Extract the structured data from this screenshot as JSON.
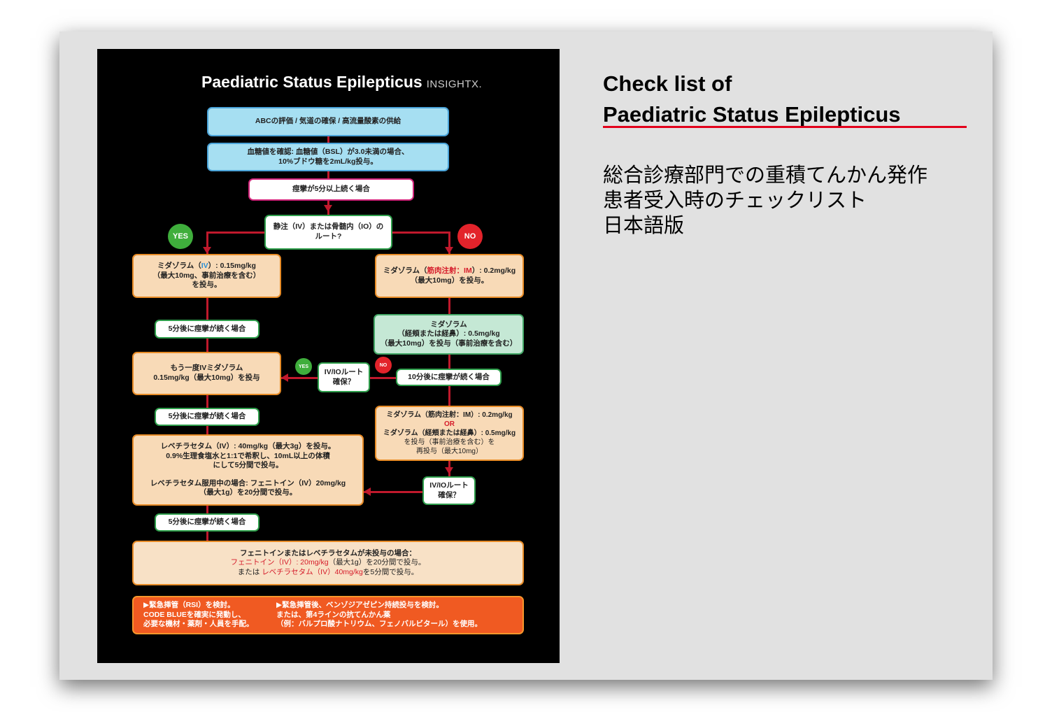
{
  "slide": {
    "title_line1": "Check list of",
    "title_line2": "Paediatric Status Epilepticus",
    "subtitle_lines": [
      "総合診療部門での重積てんかん発作",
      "患者受入時のチェックリスト",
      "日本語版"
    ],
    "accent_color": "#e3001b"
  },
  "flowchart": {
    "title": "Paediatric Status Epilepticus",
    "brand": "INSIGHTX.",
    "abc": "ABCの評価 / 気道の確保 / 高流量酸素の供給",
    "bsl_line1": "血糖値を確認: 血糖値（BSL）が3.0未満の場合、",
    "bsl_line2": "10%ブドウ糖を2mL/kg投与。",
    "seizure5": "痙攣が5分以上続く場合",
    "route_q_line1": "静注（IV）または骨髄内（IO）の",
    "route_q_line2": "ルート?",
    "yes": "YES",
    "no": "NO",
    "mid_iv": {
      "a": "ミダゾラム（",
      "b": "IV",
      "c": "）: 0.15mg/kg",
      "line2": "（最大10mg、事前治療を含む）",
      "line3": "を投与。"
    },
    "mid_im": {
      "a": "ミダゾラム（",
      "b": "筋肉注射：IM",
      "c": "）: 0.2mg/kg",
      "line2": "（最大10mg）を投与。"
    },
    "after5": "5分後に痙攣が続く場合",
    "mid_buccal": {
      "line1": "ミダゾラム",
      "line2": "（経頬または経鼻）: 0.5mg/kg",
      "line3": "（最大10mg）を投与（事前治療を含む）"
    },
    "mid_iv_again": {
      "line1": "もう一度IVミダゾラム",
      "line2": "0.15mg/kg（最大10mg）を投与"
    },
    "ivio_q": {
      "line1": "IV/IOルート",
      "line2": "確保？"
    },
    "after10": "10分後に痙攣が続く場合",
    "repeat": {
      "line1": "ミダゾラム（筋肉注射：IM）: 0.2mg/kg",
      "or": "OR",
      "line2": "ミダゾラム（経頬または経鼻）: 0.5mg/kg",
      "line3": "を投与（事前治療を含む）を",
      "line4": "再投与（最大10mg）"
    },
    "levetiracetam": {
      "line1": "レベチラセタム（IV）: 40mg/kg（最大3g）を投与。",
      "line2": "0.9%生理食塩水と1:1で希釈し、10mL以上の体積",
      "line3": "にして5分間で投与。",
      "line4": "レベチラセタム服用中の場合: フェニトイン（IV）20mg/kg",
      "line5": "（最大1g）を20分間で投与。"
    },
    "third": {
      "line1": "フェニトインまたはレベチラセタムが未投与の場合：",
      "l2a": "フェニトイン（IV）: 20mg/kg",
      "l2b": "（最大1g）を20分間で投与。",
      "l3a": "または ",
      "l3b": "レベチラセタム（IV）40mg/kg",
      "l3c": "を5分間で投与。"
    },
    "rsi": {
      "line1": "▶緊急挿管（RSI）を検討。",
      "line2": "CODE BLUEを確実に発動し、",
      "line3": "必要な機材・薬剤・人員を手配。"
    },
    "post": {
      "line1": "▶緊急挿管後、ベンゾジアゼピン持続投与を検討。",
      "line2": "または、第4ラインの抗てんかん薬",
      "line3": "（例：バルプロ酸ナトリウム、フェノバルビタール）を使用。"
    }
  }
}
